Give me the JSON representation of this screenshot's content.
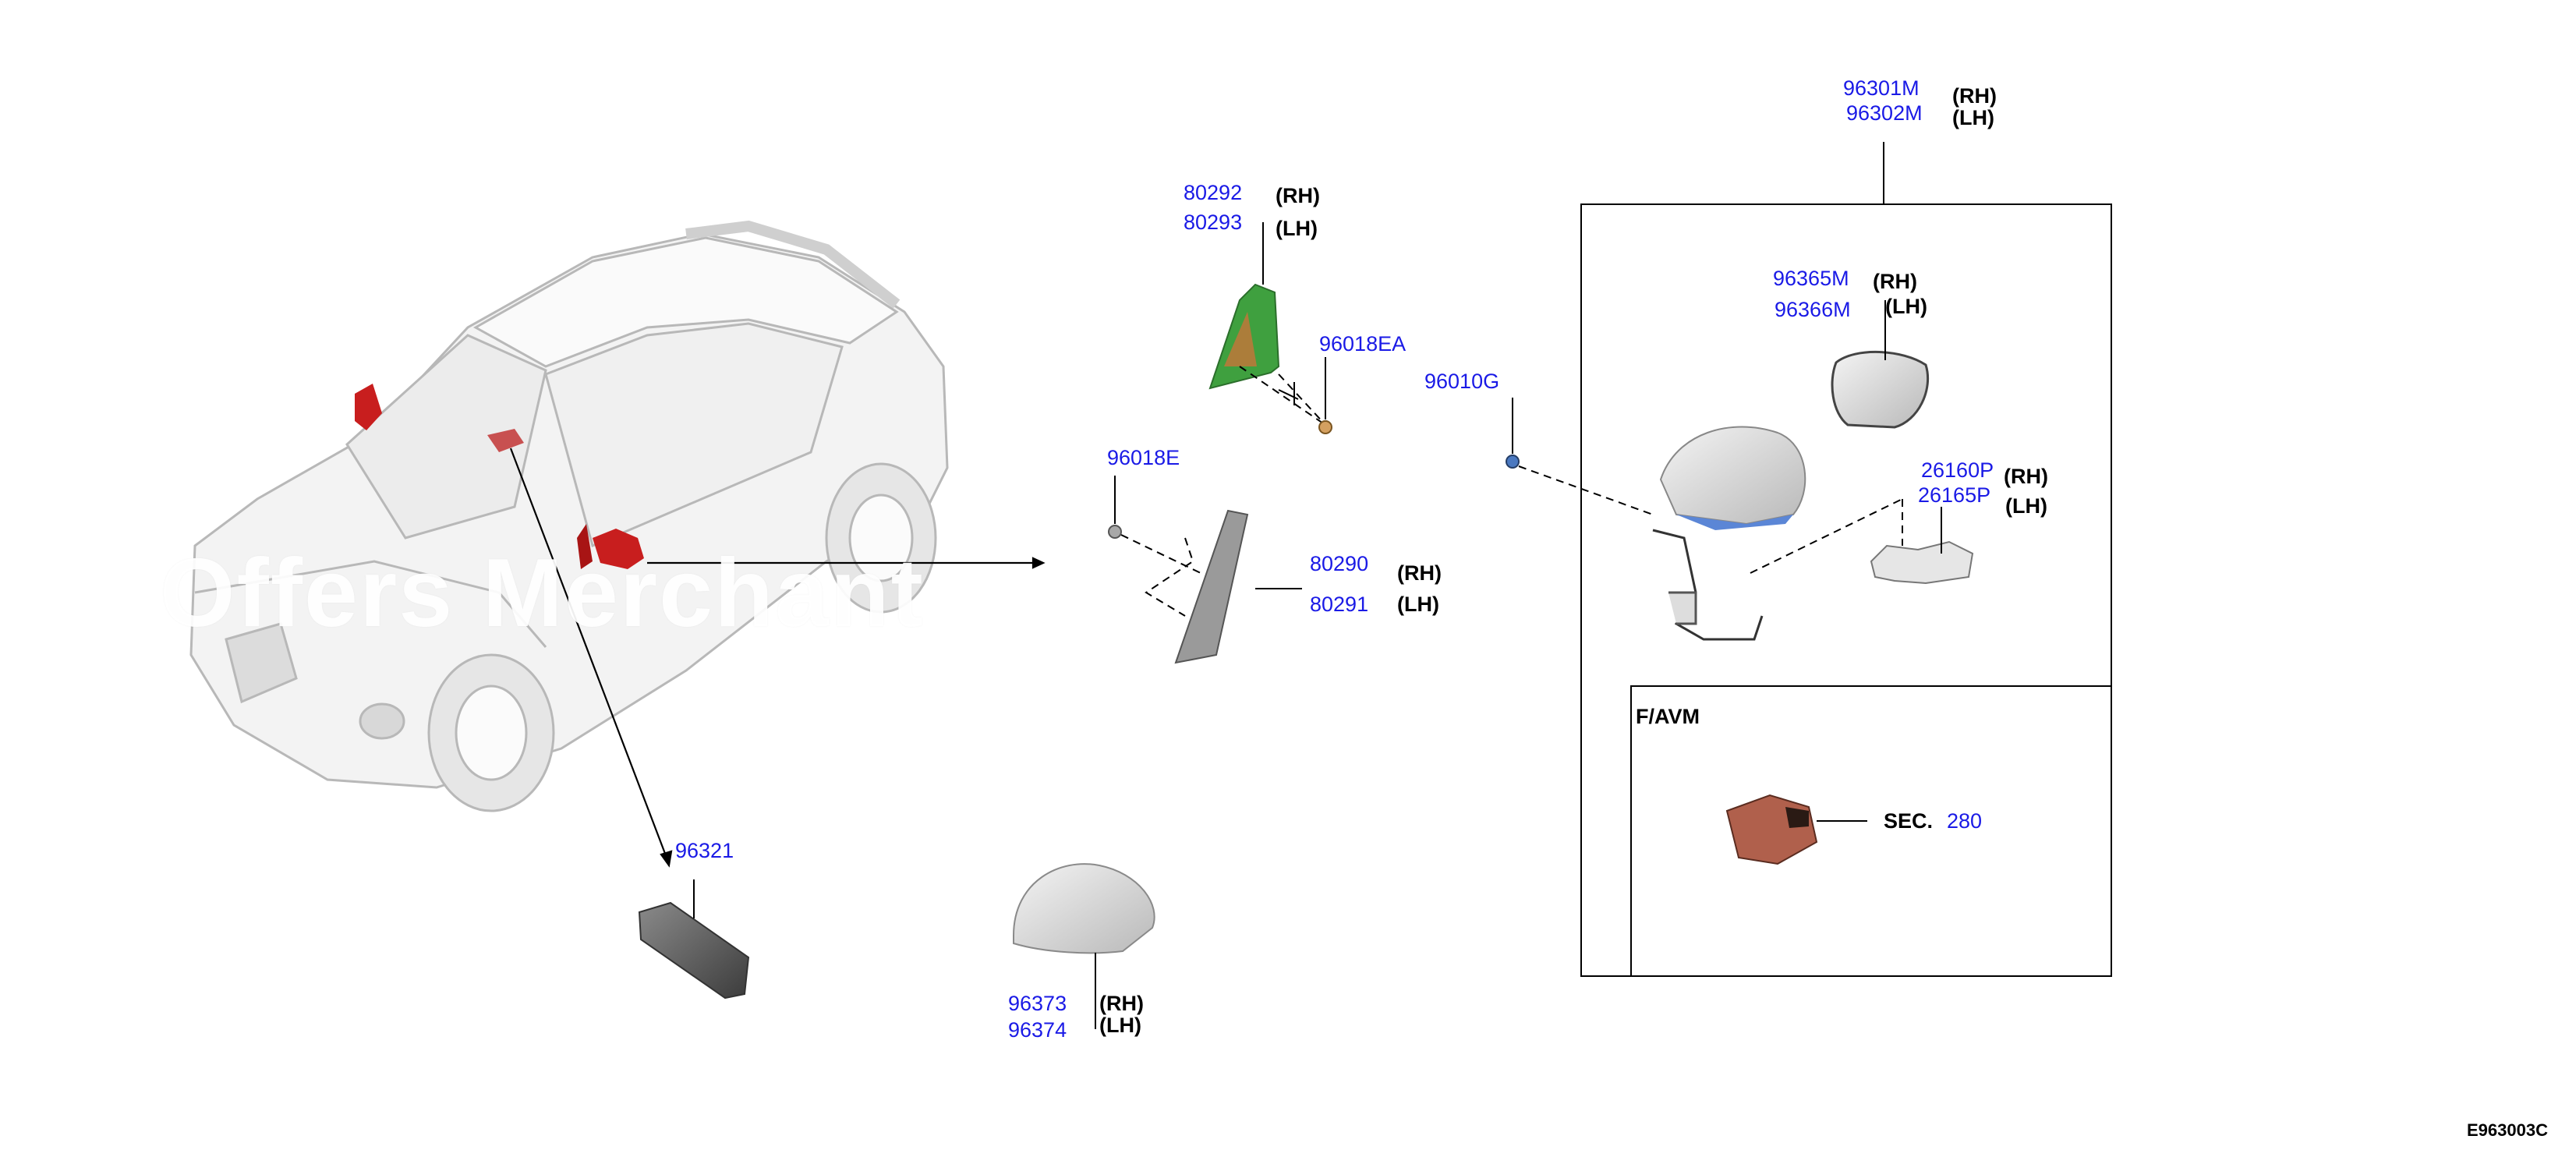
{
  "diagram": {
    "figure_code": "E963003C",
    "watermark": "Offers Merchant",
    "box_title": "F/AVM",
    "callouts": {
      "p80292": "80292",
      "p80293": "80293",
      "p96018ea": "96018EA",
      "p96010g": "96010G",
      "p96018e": "96018E",
      "p80290": "80290",
      "p80291": "80291",
      "p96321": "96321",
      "p96373": "96373",
      "p96374": "96374",
      "p96301m": "96301M",
      "p96302m": "96302M",
      "p96365m": "96365M",
      "p96366m": "96366M",
      "p26160p": "26160P",
      "p26165p": "26165P",
      "sec_prefix": "SEC.",
      "sec_number": "280"
    },
    "sides": {
      "rh": "(RH)",
      "lh": "(LH)"
    },
    "colors": {
      "part_number": "#1a1ae6",
      "highlight_red": "#c81e1e",
      "gasket_green": "#3fa03f",
      "leader": "#000000"
    }
  }
}
